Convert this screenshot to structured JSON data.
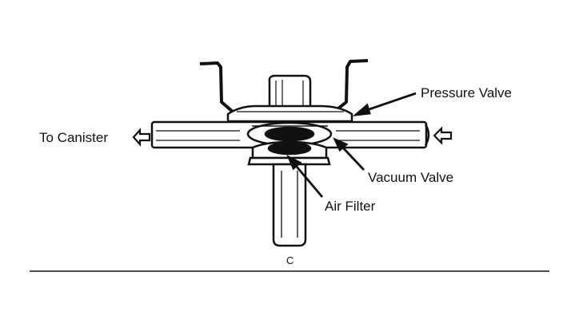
{
  "diagram": {
    "labels": {
      "pressure_valve": "Pressure Valve",
      "to_canister": "To Canister",
      "vacuum_valve": "Vacuum Valve",
      "air_filter": "Air Filter",
      "figure_marker": "C"
    }
  },
  "colors": {
    "ink": "#111111",
    "background": "#ffffff"
  }
}
